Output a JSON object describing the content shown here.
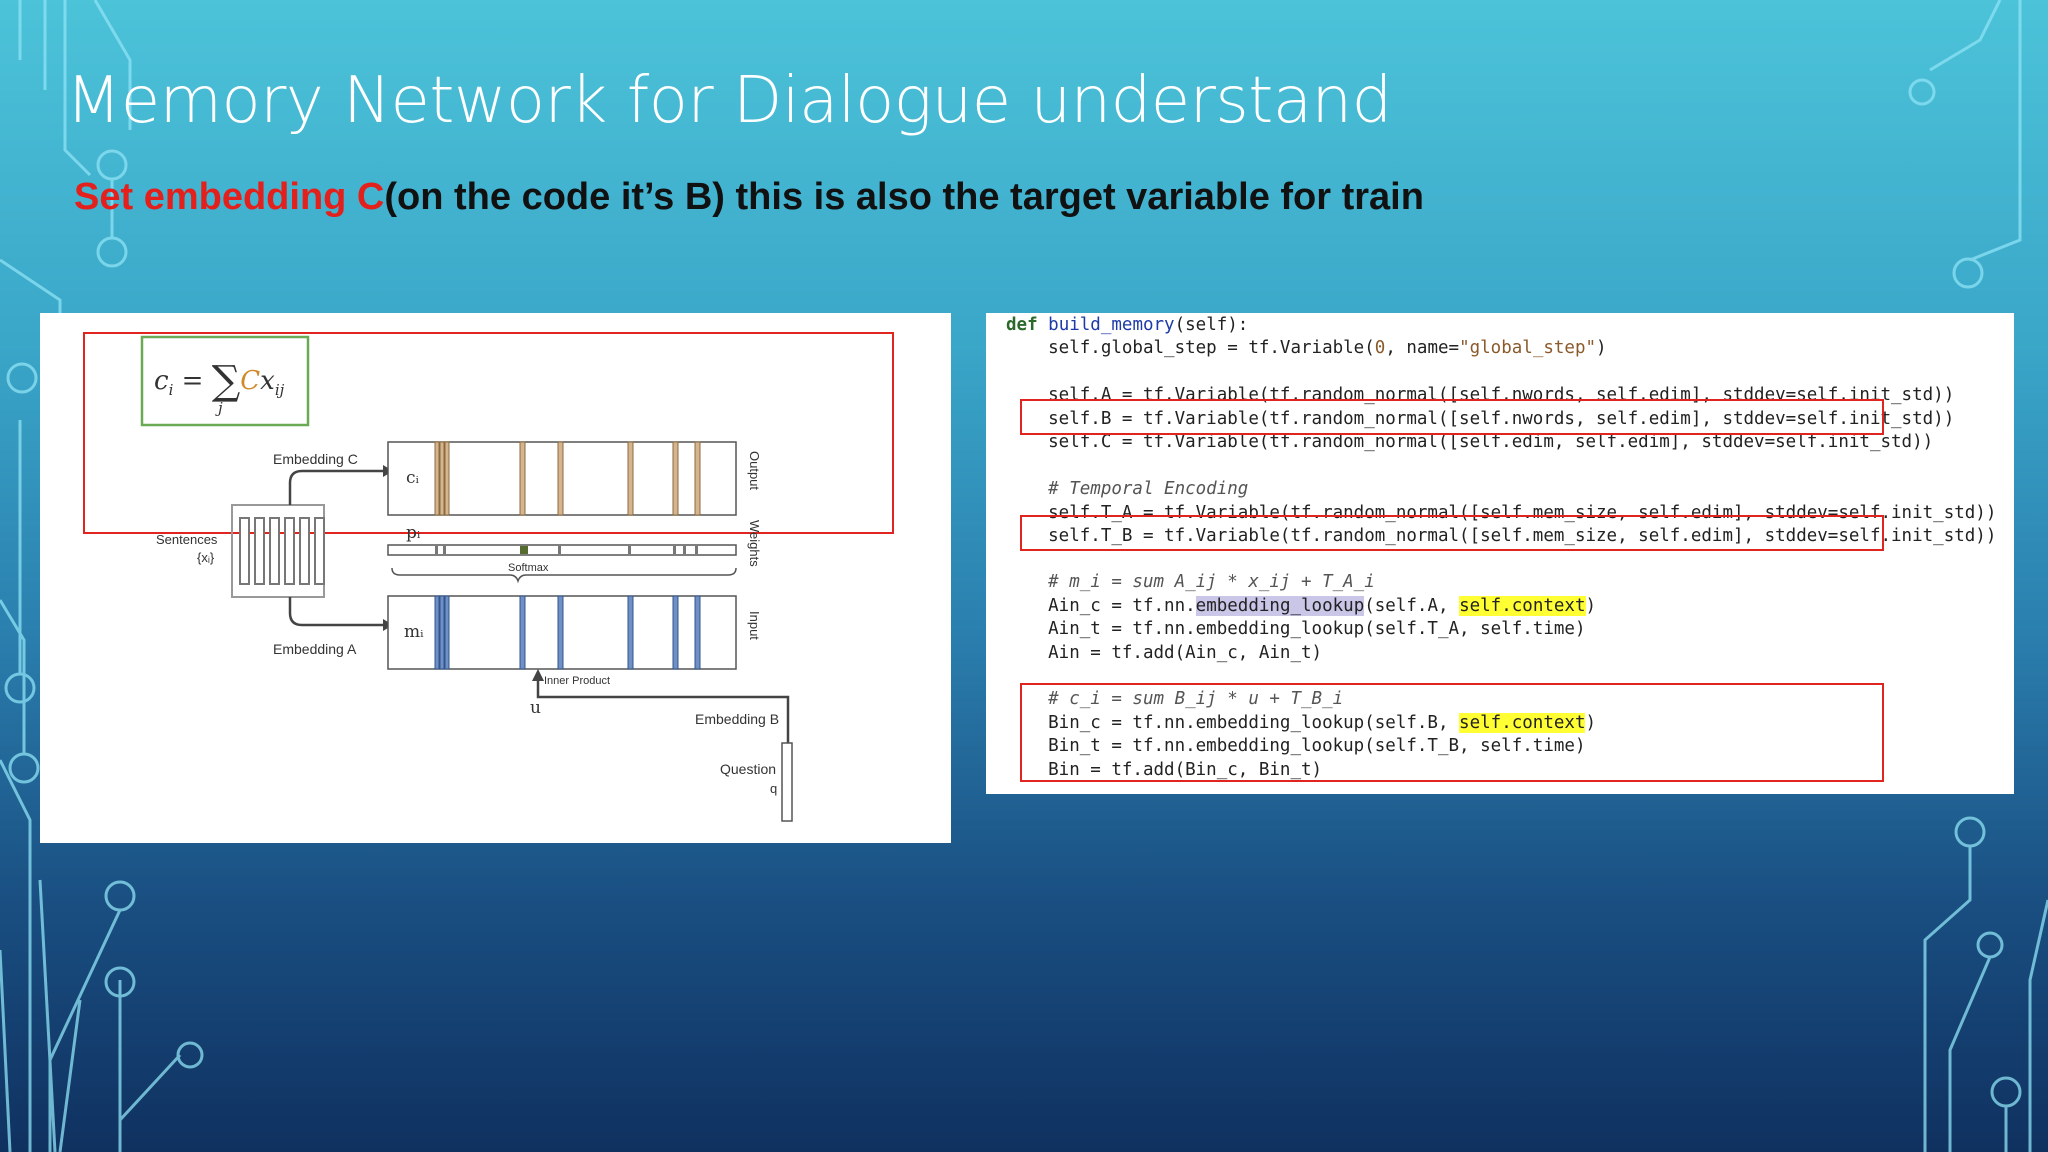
{
  "slide": {
    "title": "Memory Network for Dialogue understand",
    "subtitle_highlight": "Set embedding C",
    "subtitle_rest": "(on the code it’s B) this is also the target variable for train"
  },
  "figure": {
    "formula_lhs": "c",
    "formula_lhs_sub": "i",
    "formula_eq": "=",
    "formula_sum": "∑",
    "formula_sum_sub": "j",
    "formula_c": "C",
    "formula_x": "x",
    "formula_x_sub": "ij",
    "embedding_c": "Embedding C",
    "embedding_a": "Embedding A",
    "embedding_b": "Embedding B",
    "sentences": "Sentences",
    "sentences_sub": "{xᵢ}",
    "c_label": "cᵢ",
    "p_label": "pᵢ",
    "m_label": "mᵢ",
    "softmax": "Softmax",
    "output": "Output",
    "weights": "Weights",
    "input": "Input",
    "inner_product": "Inner Product",
    "u": "u",
    "question": "Question",
    "q": "q"
  },
  "code": {
    "lines": [
      [
        "def",
        " ",
        "build_memory",
        "(self):"
      ],
      [
        "    self.global_step = tf.Variable(",
        "0",
        ", name=",
        "\"global_step\"",
        ")"
      ],
      [
        "    self.A = tf.Variable(tf.random_normal([self.nwords, self.edim], stddev=self.init_std))"
      ],
      [
        "    self.B = tf.Variable(tf.random_normal([self.nwords, self.edim], stddev=self.init_std))"
      ],
      [
        "    self.C = tf.Variable(tf.random_normal([self.edim, self.edim], stddev=self.init_std))"
      ],
      [
        "    # Temporal Encoding"
      ],
      [
        "    self.T_A = tf.Variable(tf.random_normal([self.mem_size, self.edim], stddev=self.init_std))"
      ],
      [
        "    self.T_B = tf.Variable(tf.random_normal([self.mem_size, self.edim], stddev=self.init_std))"
      ],
      [
        "    # m_i = sum A_ij * x_ij + T_A_i"
      ],
      [
        "    Ain_c = tf.nn.",
        "embedding_lookup",
        "(self.A, ",
        "self.context",
        ")"
      ],
      [
        "    Ain_t = tf.nn.embedding_lookup(self.T_A, self.time)"
      ],
      [
        "    Ain = tf.add(Ain_c, Ain_t)"
      ],
      [
        "    # c_i = sum B_ij * u + T_B_i"
      ],
      [
        "    Bin_c = tf.nn.embedding_lookup(self.B, ",
        "self.context",
        ")"
      ],
      [
        "    Bin_t = tf.nn.embedding_lookup(self.T_B, self.time)"
      ],
      [
        "    Bin = tf.add(Bin_c, Bin_t)"
      ]
    ]
  }
}
